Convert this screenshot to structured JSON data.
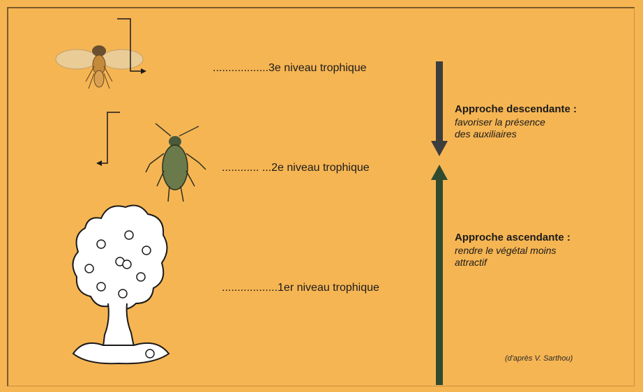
{
  "levels": {
    "third": "..................3e niveau trophique",
    "second": "............  ...2e niveau trophique",
    "first": "..................1er niveau trophique"
  },
  "approaches": {
    "descending": {
      "title": "Approche descendante :",
      "line1": "favoriser la présence",
      "line2": "des auxiliaires"
    },
    "ascending": {
      "title": "Approche ascendante :",
      "line1": "rendre le végétal moins",
      "line2": "attractif"
    }
  },
  "credit": "(d'après V. Sarthou)",
  "colors": {
    "background": "#f6b553",
    "arrow_down": "#3d3d3d",
    "arrow_up": "#2f4a2f",
    "ink": "#1a1a1a"
  },
  "icons": [
    "fly-icon",
    "aphid-icon",
    "apple-tree-icon"
  ]
}
